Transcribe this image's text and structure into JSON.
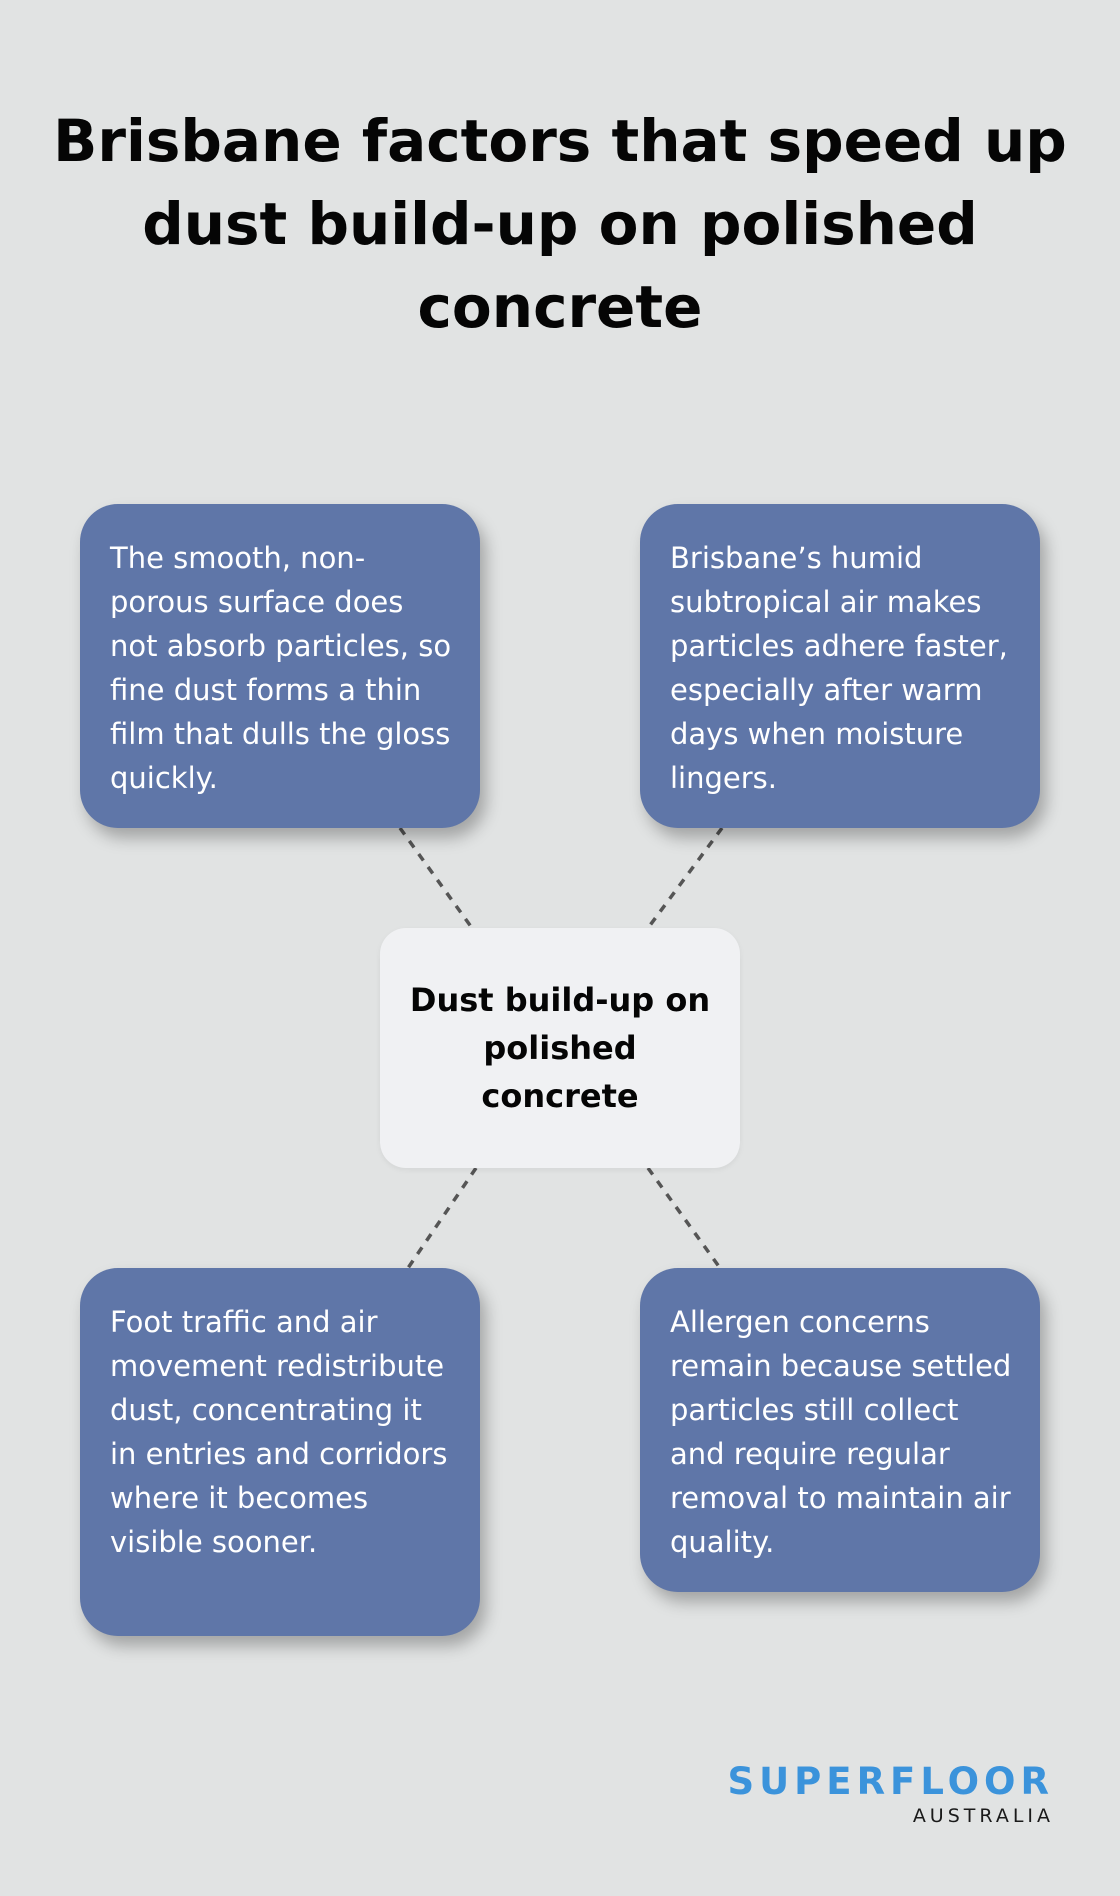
{
  "title": "Brisbane factors that speed up dust build-up on polished concrete",
  "center": {
    "label": "Dust build-up on polished concrete"
  },
  "factors": [
    {
      "position": "top-left",
      "text": "The smooth, non-porous surface does not absorb particles, so fine dust forms a thin film that dulls the gloss quickly."
    },
    {
      "position": "top-right",
      "text": "Brisbane’s humid subtropical air makes particles adhere faster, especially after warm days when moisture lingers."
    },
    {
      "position": "bottom-left",
      "text": "Foot traffic and air movement redistribute dust, concentrating it in entries and corridors where it becomes visible sooner."
    },
    {
      "position": "bottom-right",
      "text": "Allergen concerns remain because settled particles still collect and require regular removal to maintain air quality."
    }
  ],
  "logo": {
    "name": "SUPERFLOOR",
    "subtitle": "AUSTRALIA"
  },
  "colors": {
    "background": "#e1e3e3",
    "card": "#5f76a8",
    "center_box": "#f0f1f3",
    "connector": "#555555",
    "logo_accent": "#3b93db"
  }
}
